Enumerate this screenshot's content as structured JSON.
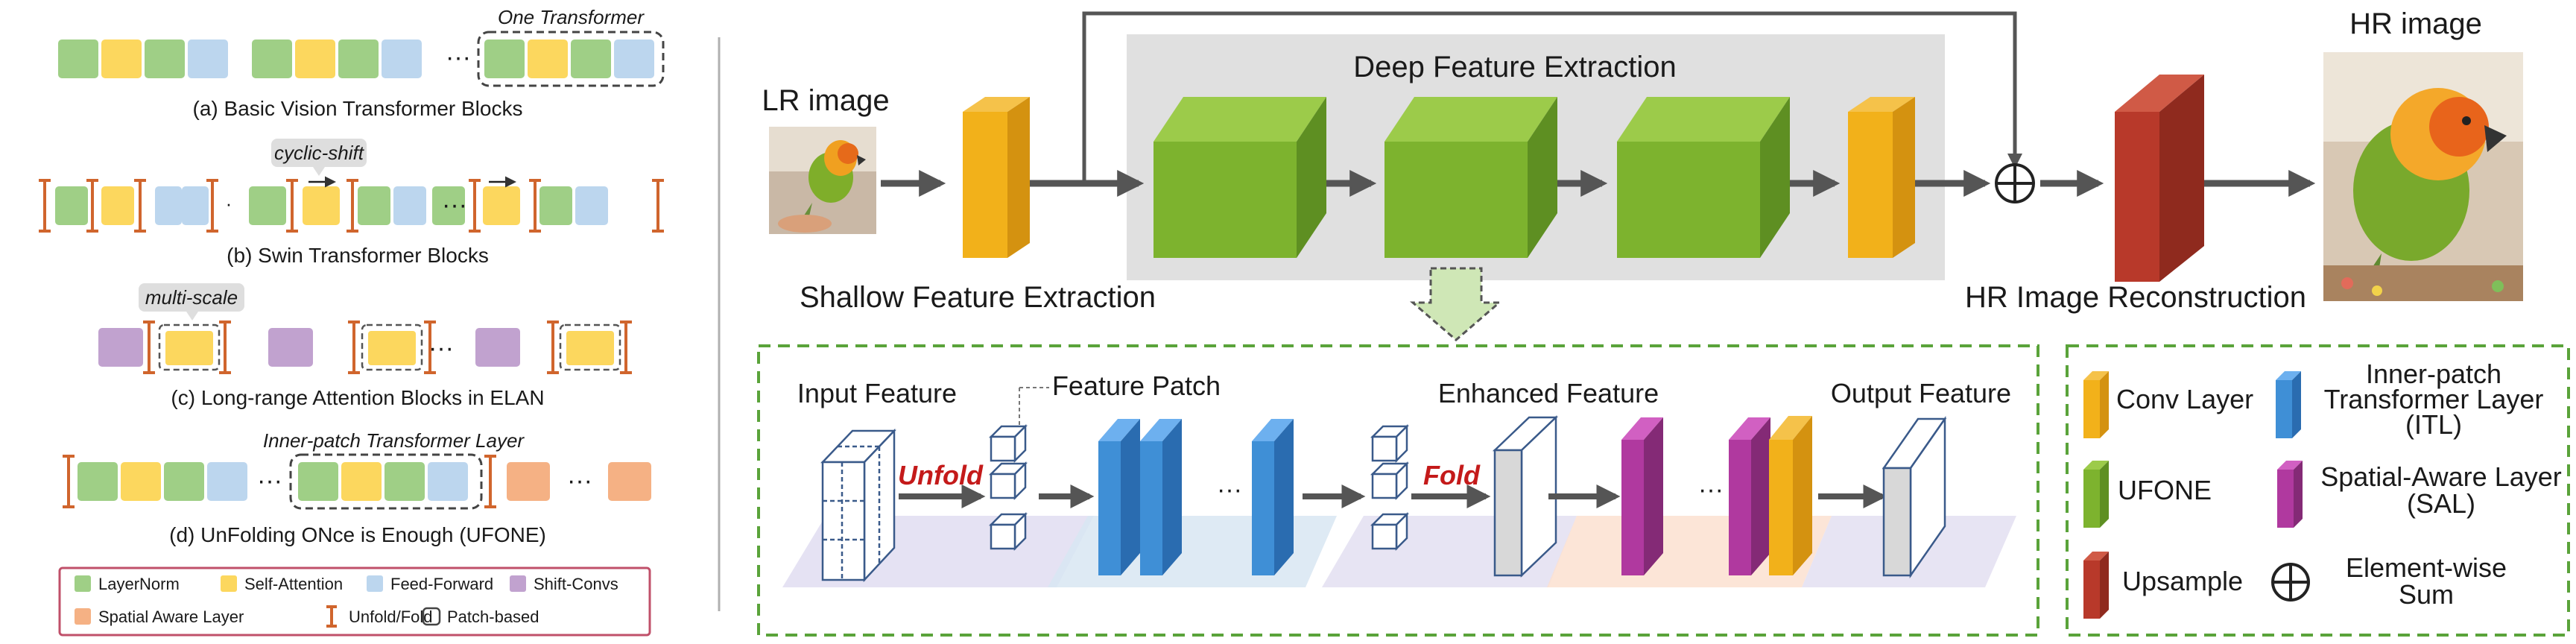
{
  "colors": {
    "layernorm": "#9fcf86",
    "self_attention": "#fcd75e",
    "feed_forward": "#bcd6ee",
    "shift_convs": "#c1a2cf",
    "spatial_aware": "#f5b184",
    "unfold_fold": "#d0652d",
    "conv": "#f2b11a",
    "ufone": "#7db32e",
    "itl": "#3f8fd6",
    "sal": "#b0399f",
    "upsample": "#b8392a",
    "gray_panel": "#e0e0e0",
    "green_dash": "#5aa33a",
    "legend_border": "#c0506a"
  },
  "left_panel": {
    "a": {
      "caption": "(a) Basic Vision Transformer Blocks",
      "annotation": "One Transformer",
      "ellipsis": "···"
    },
    "b": {
      "caption": "(b) Swin Transformer Blocks",
      "annotation": "cyclic-shift",
      "ellipsis": "···"
    },
    "c": {
      "caption": "(c) Long-range Attention Blocks in ELAN",
      "annotation": "multi-scale",
      "ellipsis": "···"
    },
    "d": {
      "caption": "(d) UnFolding ONce is Enough (UFONE)",
      "annotation": "Inner-patch Transformer Layer",
      "ellipsis": "···",
      "ellipsis2": "···"
    },
    "legend": [
      {
        "label": "LayerNorm",
        "icon": "green-square"
      },
      {
        "label": "Self-Attention",
        "icon": "yellow-square"
      },
      {
        "label": "Feed-Forward",
        "icon": "blue-square"
      },
      {
        "label": "Shift-Convs",
        "icon": "purple-square"
      },
      {
        "label": "Spatial Aware Layer",
        "icon": "orange-square"
      },
      {
        "label": "Unfold/Fold",
        "icon": "i-beam"
      },
      {
        "label": "Patch-based",
        "icon": "dashed-rounded-square"
      }
    ]
  },
  "pipeline": {
    "lr_image": "LR image",
    "hr_image": "HR image",
    "deep_feature": "Deep Feature Extraction",
    "shallow_feature": "Shallow Feature Extraction",
    "hr_reconstruction": "HR Image Reconstruction"
  },
  "detail": {
    "input_feature": "Input Feature",
    "feature_patch": "Feature Patch",
    "enhanced_feature": "Enhanced Feature",
    "output_feature": "Output Feature",
    "unfold": "Unfold",
    "fold": "Fold",
    "ellipsis": "···"
  },
  "legend_right": {
    "conv": "Conv Layer",
    "itl_line1": "Inner-patch",
    "itl_line2": "Transformer Layer",
    "itl_line3": "(ITL)",
    "ufone": "UFONE",
    "sal_line1": "Spatial-Aware Layer",
    "sal_line2": "(SAL)",
    "upsample": "Upsample",
    "sum_line1": "Element-wise",
    "sum_line2": "Sum"
  }
}
